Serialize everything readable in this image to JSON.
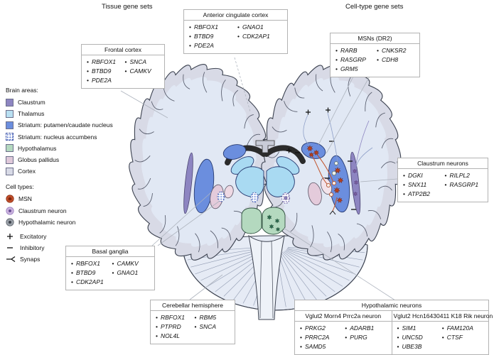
{
  "titles": {
    "tissue": "Tissue gene sets",
    "celltype": "Cell-type gene sets"
  },
  "legend": {
    "brain_areas_label": "Brain areas:",
    "brain_areas": [
      {
        "label": "Claustrum",
        "color": "#8d85c1"
      },
      {
        "label": "Thalamus",
        "color": "#b9e0f2"
      },
      {
        "label": "Striatum: putamen/caudate nucleus",
        "color": "#6b8ede"
      },
      {
        "label": "Striatum: nucleus accumbens",
        "color": "#6b8ede",
        "pattern": "dotted"
      },
      {
        "label": "Hypothalamus",
        "color": "#b4d9bf"
      },
      {
        "label": "Globus pallidus",
        "color": "#e0c9da"
      },
      {
        "label": "Cortex",
        "color": "#d8dae6"
      }
    ],
    "cell_types_label": "Cell types:",
    "cell_types": [
      {
        "label": "MSN",
        "color": "#c6512d"
      },
      {
        "label": "Claustrum neuron",
        "color": "#cbb3de"
      },
      {
        "label": "Hypothalamic neuron",
        "color": "#9aa0a8"
      }
    ],
    "symbols": [
      {
        "symbol": "+",
        "label": "Excitatory"
      },
      {
        "symbol": "−",
        "label": "Inhibitory"
      },
      {
        "symbol": "—<",
        "label": "Synaps"
      }
    ]
  },
  "boxes": {
    "anterior_cingulate": {
      "title": "Anterior cingulate cortex",
      "col1": [
        "RBFOX1",
        "BTBD9",
        "PDE2A"
      ],
      "col2": [
        "GNAO1",
        "CDK2AP1"
      ]
    },
    "frontal_cortex": {
      "title": "Frontal cortex",
      "col1": [
        "RBFOX1",
        "BTBD9",
        "PDE2A"
      ],
      "col2": [
        "SNCA",
        "CAMKV"
      ]
    },
    "msns_dr2": {
      "title": "MSNs (DR2)",
      "col1": [
        "RARB",
        "RASGRP",
        "GRM5"
      ],
      "col2": [
        "CNKSR2",
        "CDH8"
      ]
    },
    "claustrum_neurons": {
      "title": "Claustrum neurons",
      "col1": [
        "DGKI",
        "SNX11",
        "ATP2B2"
      ],
      "col2": [
        "RILPL2",
        "RASGRP1"
      ]
    },
    "basal_ganglia": {
      "title": "Basal ganglia",
      "col1": [
        "RBFOX1",
        "BTBD9",
        "CDK2AP1"
      ],
      "col2": [
        "CAMKV",
        "GNAO1"
      ]
    },
    "cerebellar_hemisphere": {
      "title": "Cerebellar hemisphere",
      "col1": [
        "RBFOX1",
        "PTPRD",
        "NOL4L"
      ],
      "col2": [
        "RBM5",
        "SNCA"
      ]
    },
    "hypothalamic_neurons": {
      "title": "Hypothalamic neurons",
      "sub1": {
        "header": "Vglut2 Morn4 Prrc2a neuron",
        "col1": [
          "PRKG2",
          "PRRC2A",
          "SAMD5"
        ],
        "col2": [
          "ADARB1",
          "PURG"
        ]
      },
      "sub2": {
        "header": "Vglut2 Hcn16430411 K18 Rik neuron",
        "col1": [
          "SIM1",
          "UNC5D",
          "UBE3B"
        ],
        "col2": [
          "FAM120A",
          "CTSF"
        ]
      }
    }
  }
}
